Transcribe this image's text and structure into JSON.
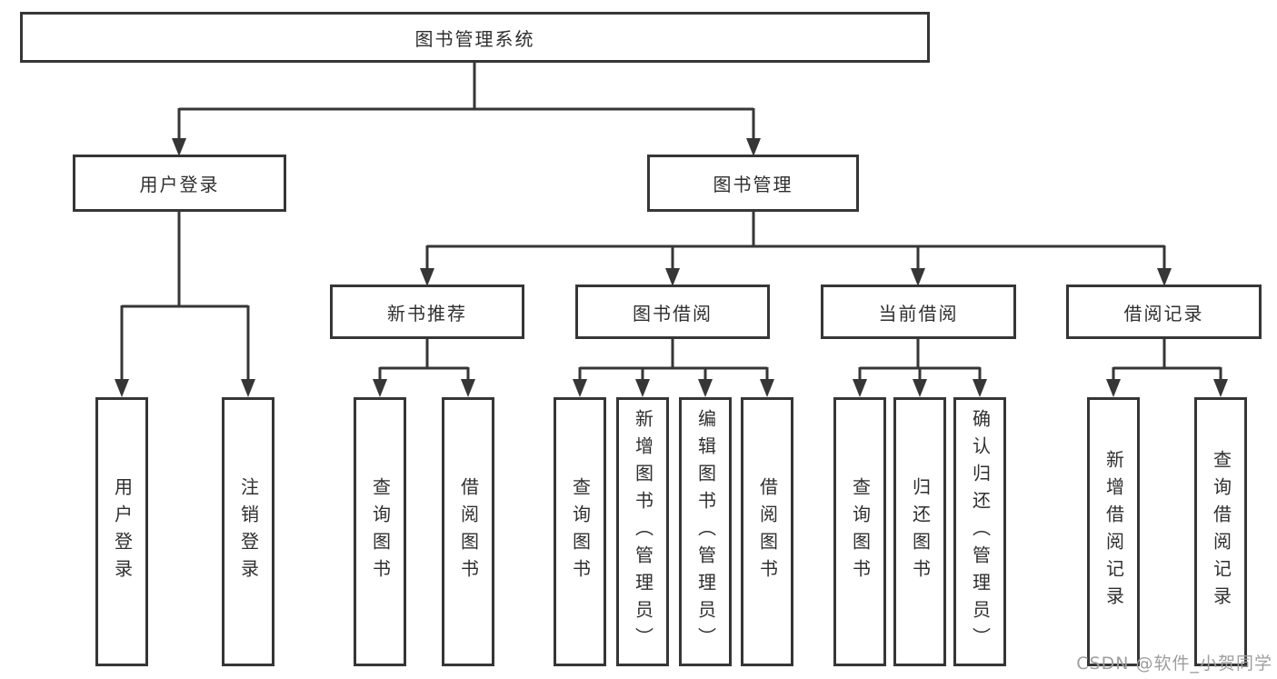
{
  "diagram": {
    "type": "hierarchy-tree",
    "title": "图书管理系统",
    "watermark": "CSDN @软件_小贺同学",
    "colors": {
      "background": "#ffffff",
      "line": "#363636",
      "box_border": "#363636",
      "box_fill": "#ffffff",
      "text": "#2f2f2f",
      "watermark": "#9e9e9e"
    },
    "tree": {
      "root": "图书管理系统",
      "branches": [
        {
          "label": "用户登录",
          "leaves": [
            "用户登录",
            "注销登录"
          ]
        },
        {
          "label": "图书管理",
          "children": [
            {
              "label": "新书推荐",
              "leaves": [
                "查询图书",
                "借阅图书"
              ]
            },
            {
              "label": "图书借阅",
              "leaves": [
                "查询图书",
                "新增图书（管理员）",
                "编辑图书（管理员）",
                "借阅图书"
              ]
            },
            {
              "label": "当前借阅",
              "leaves": [
                "查询图书",
                "归还图书",
                "确认归还（管理员）"
              ]
            },
            {
              "label": "借阅记录",
              "leaves": [
                "新增借阅记录",
                "查询借阅记录"
              ]
            }
          ]
        }
      ]
    }
  }
}
